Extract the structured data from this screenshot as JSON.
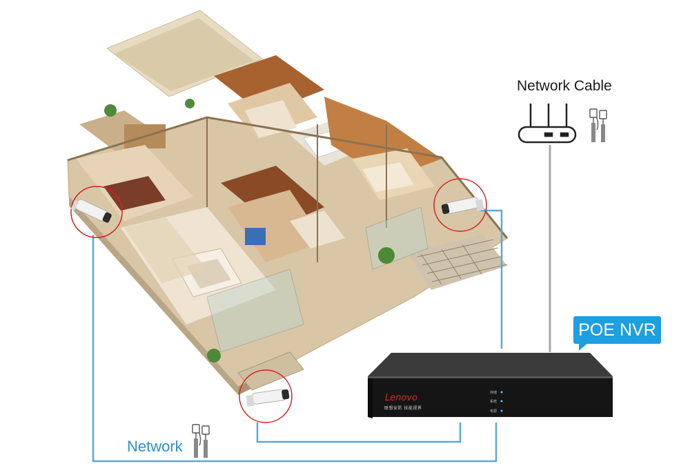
{
  "labels": {
    "network_cable": "Network Cable",
    "network": "Network",
    "poe_nvr": "POE NVR"
  },
  "nvr": {
    "brand": "Lenovo",
    "subtitle": "联想安防 技能视界",
    "indicators": [
      "存储",
      "系统",
      "电源"
    ]
  },
  "colors": {
    "cable": "#5aa7dc",
    "camera_highlight": "#d62020",
    "badge": "#1d9fe0",
    "network_text": "#2a8fd6"
  },
  "icons": [
    "router-icon",
    "ethernet-connector-icon",
    "ip-camera-icon"
  ]
}
